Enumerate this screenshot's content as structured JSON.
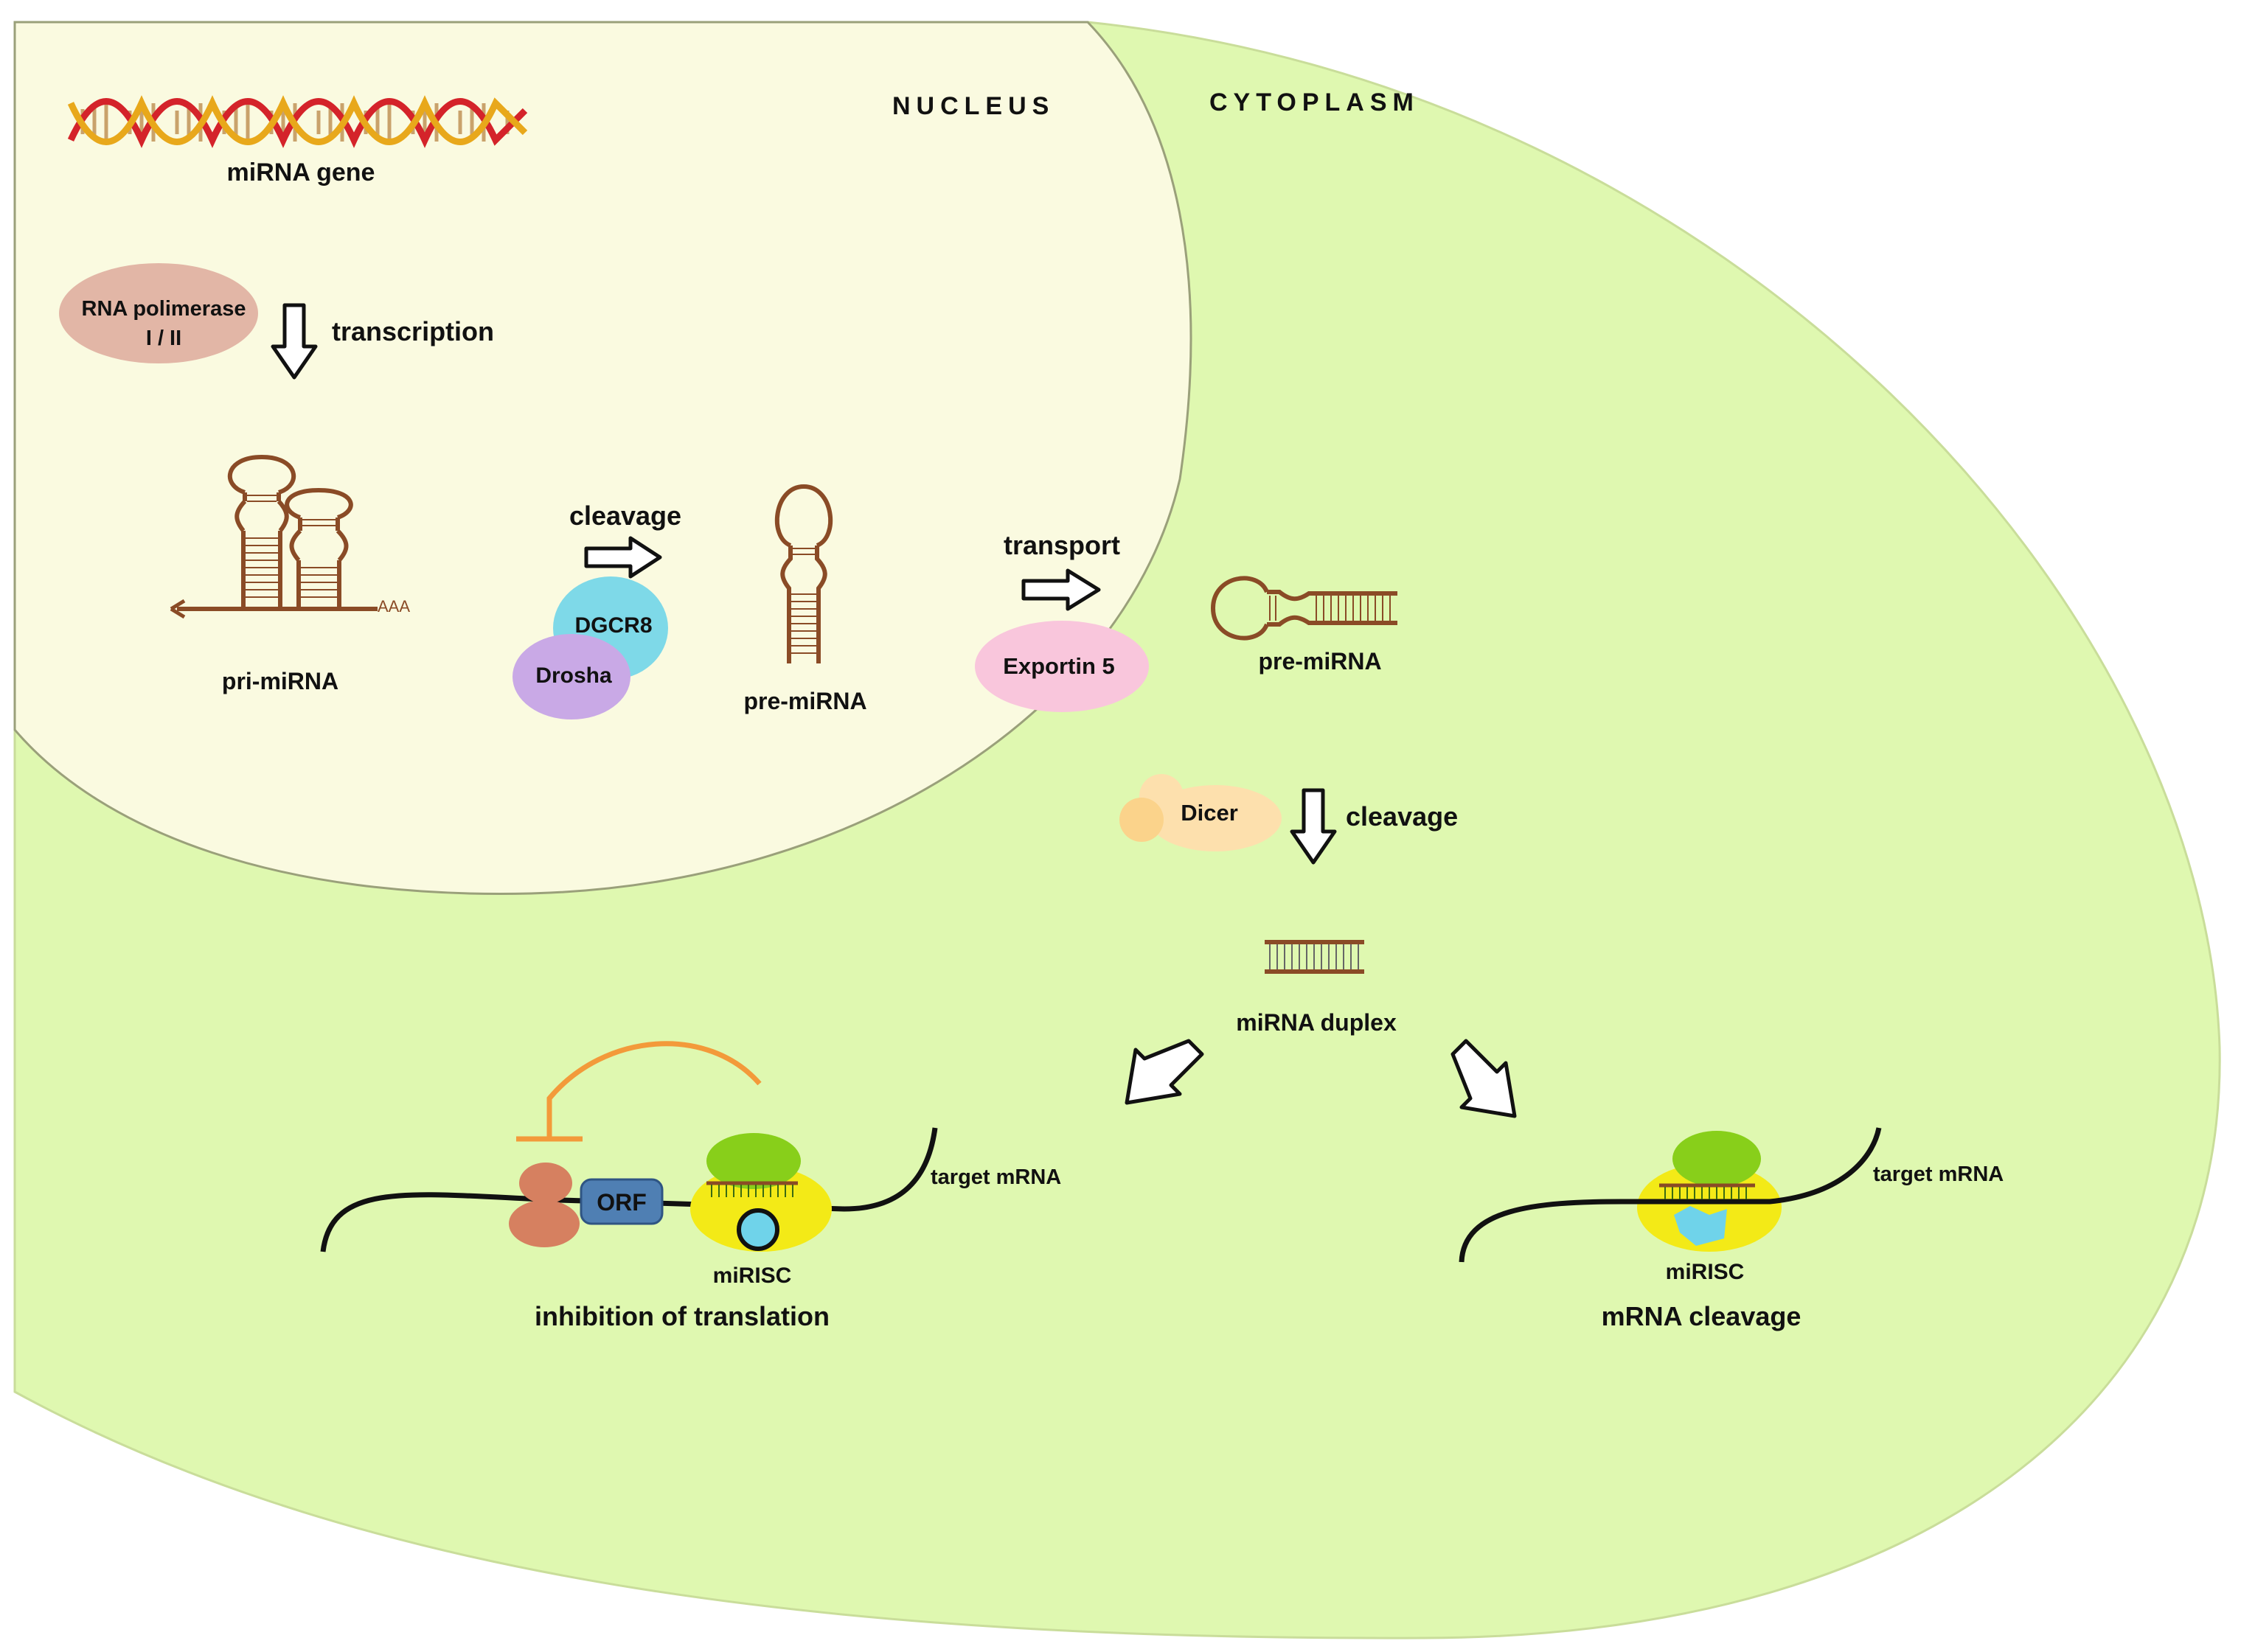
{
  "compartments": {
    "nucleus": "NUCLEUS",
    "cytoplasm": "CYTOPLASM"
  },
  "labels": {
    "mirna_gene": "miRNA gene",
    "rna_polymerase_line1": "RNA polimerase",
    "rna_polymerase_line2": "I / II",
    "transcription": "transcription",
    "pri_mirna": "pri-miRNA",
    "poly_a": "AAA",
    "cleavage_nucleus": "cleavage",
    "dgcr8": "DGCR8",
    "drosha": "Drosha",
    "pre_mirna_nucleus": "pre-miRNA",
    "transport": "transport",
    "exportin": "Exportin 5",
    "pre_mirna_cytoplasm": "pre-miRNA",
    "dicer": "Dicer",
    "cleavage_cytoplasm": "cleavage",
    "mirna_duplex": "miRNA duplex",
    "orf": "ORF",
    "target_mrna_left": "target mRNA",
    "mirisc_left": "miRISC",
    "inhibition": "inhibition of translation",
    "target_mrna_right": "target mRNA",
    "mirisc_right": "miRISC",
    "mrna_cleavage": "mRNA cleavage"
  },
  "colors": {
    "nucleus_fill": "#fafae0",
    "cytoplasm_fill": "#dff8b0",
    "rna_brown": "#8a4b26",
    "rna_polymerase": "#e2b6a6",
    "dgcr8": "#7ed9e8",
    "drosha": "#c9a9e6",
    "exportin": "#f9c6dc",
    "dicer": "#fde0ad",
    "dicer_small": "#fbd38b",
    "ribosome": "#d68060",
    "orf": "#4f7fb3",
    "mirisc_yellow": "#f3ea17",
    "ago_green": "#88cf1a",
    "inhibit_orange": "#f39a3a"
  }
}
